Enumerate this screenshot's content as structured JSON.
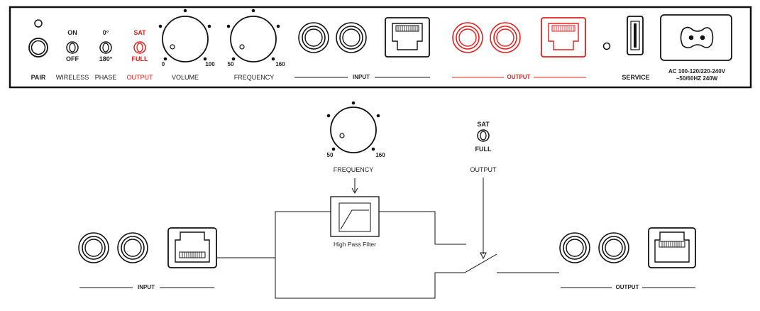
{
  "panel": {
    "pair": "PAIR",
    "wireless": {
      "label": "WIRELESS",
      "on": "ON",
      "off": "OFF"
    },
    "phase": {
      "label": "PHASE",
      "top": "0°",
      "bottom": "180°"
    },
    "output": {
      "label": "OUTPUT",
      "top": "SAT",
      "bottom": "FULL"
    },
    "volume": {
      "label": "VOLUME",
      "min": "0",
      "max": "100"
    },
    "frequency": {
      "label": "FREQUENCY",
      "min": "50",
      "max": "160"
    },
    "input": "INPUT",
    "output_section": "OUTPUT",
    "service": "SERVICE",
    "power_line1": "AC 100-120/220-240V",
    "power_line2": "~50/60HZ 240W"
  },
  "diagram": {
    "frequency": {
      "label": "FREQUENCY",
      "min": "50",
      "max": "160"
    },
    "output_switch": {
      "top": "SAT",
      "bottom": "FULL",
      "label": "OUTPUT"
    },
    "filter_label": "High Pass Filter",
    "input_label": "INPUT",
    "output_label": "OUTPUT"
  },
  "colors": {
    "accent": "#e02020",
    "line": "#222222"
  }
}
